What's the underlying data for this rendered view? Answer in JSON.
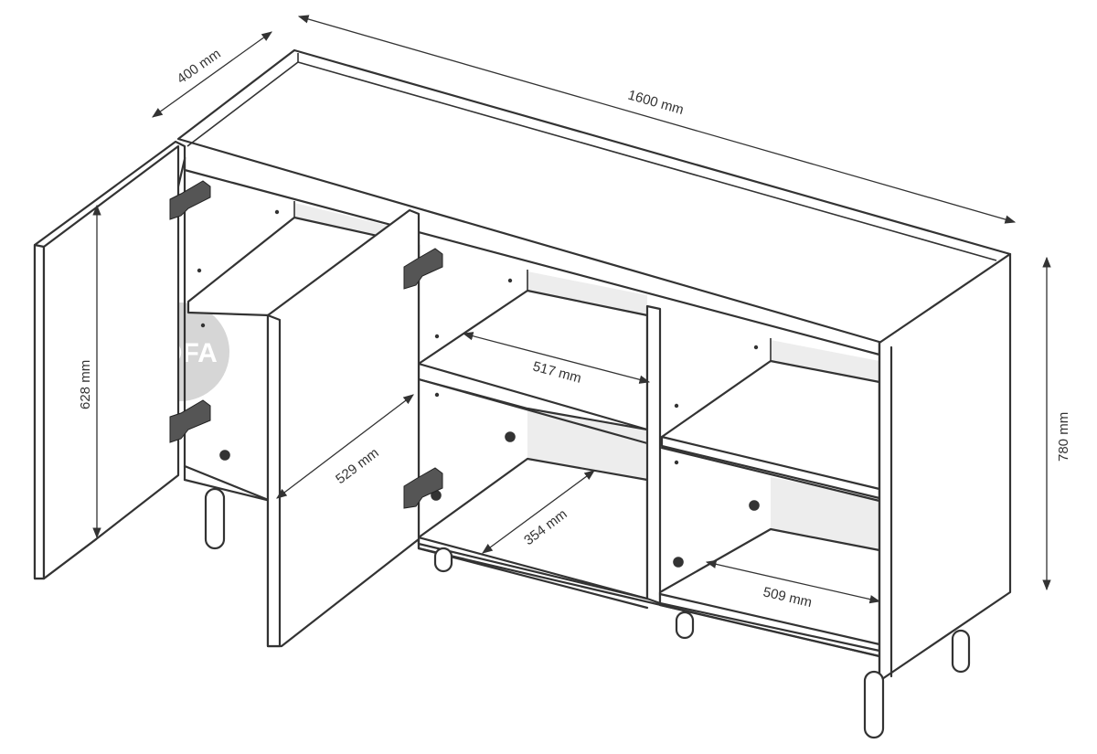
{
  "watermark": {
    "text": "SOFA",
    "color": "#d6d6d6"
  },
  "dimensions": {
    "depth": "400 mm",
    "width": "1600 mm",
    "height": "780 mm",
    "door_height": "628 mm",
    "door_width": "529 mm",
    "shelf_width_middle": "517 mm",
    "inner_depth": "354 mm",
    "shelf_width_right": "509 mm"
  },
  "colors": {
    "line": "#333333",
    "shade": "#ededed",
    "background": "#ffffff"
  }
}
